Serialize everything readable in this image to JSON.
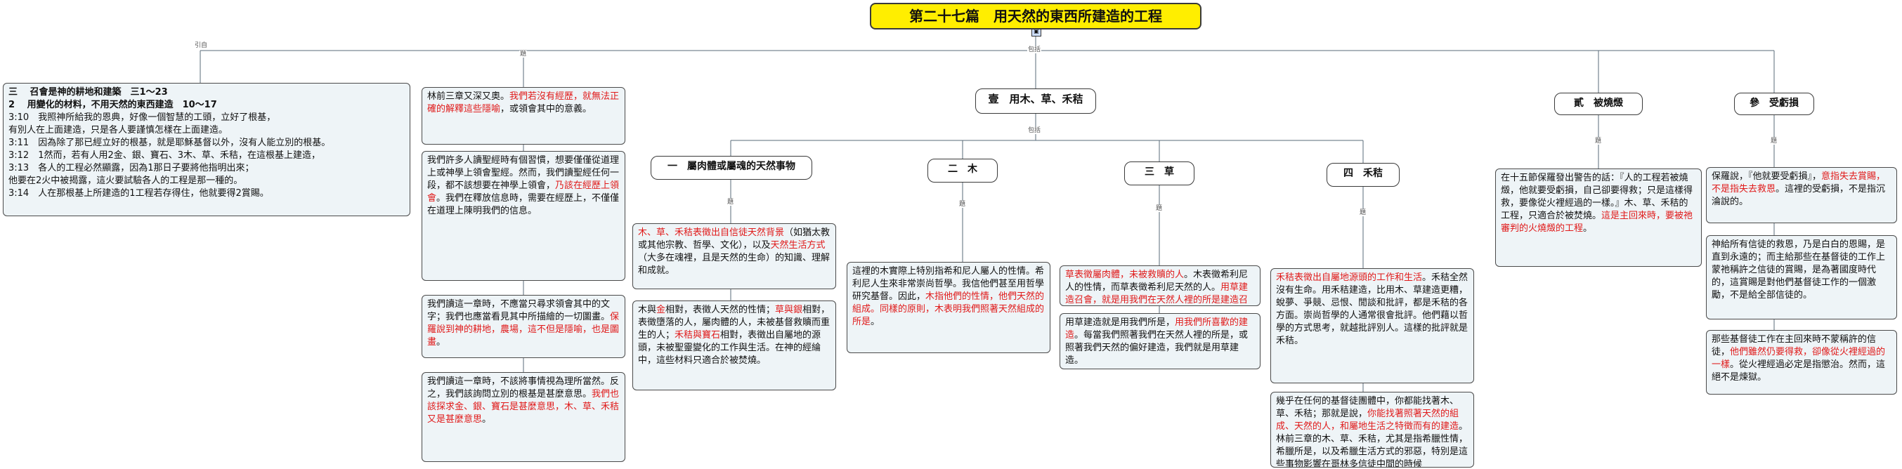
{
  "title": "第二十七篇　用天然的東西所建造的工程",
  "labels": {
    "yinzi": "引自",
    "ti": "題",
    "baokuo": "包括"
  },
  "ref": {
    "lines": [
      "三　 召會是神的耕地和建築　三1～23",
      "2　 用變化的材料，不用天然的東西建造　10～17",
      "3:10　我照神所給我的恩典，好像一個智慧的工頭，立好了根基，",
      "有別人在上面建造，只是各人要謹慎怎樣在上面建造。",
      "3:11　因為除了那已經立好的根基，就是耶穌基督以外，沒有人能立別的根基。",
      "3:12　1然而，若有人用2金、銀、寶石、3木、草、禾秸，在這根基上建造，",
      "3:13　各人的工程必然顯露，因為1那日子要將他指明出來；",
      "他要在2火中被揭露，這火要試驗各人的工程是那一種的。",
      "3:14　人在那根基上所建造的1工程若存得住，他就要得2賞賜。"
    ]
  },
  "intro": [
    {
      "a": "林前三章又深又奧。",
      "b": "我們若沒有經歷，就無法正確的解釋這些隱喻",
      "c": "，或領會其中的意義。"
    },
    {
      "a": "我們許多人讀聖經時有個習慣，想要僅僅從道理上或神學上領會聖經。然而，我們讀聖經任何一段，都不該想要在神學上領會，",
      "b": "乃該在經歷上領會",
      "c": "。我們在釋放信息時，需要在經歷上，不僅僅在道理上陳明我們的信息。"
    },
    {
      "a": "我們讀這一章時，不應當只尋求領會其中的文字；我們也應當看見其中所描繪的一切圖畫。",
      "b": "保羅說到神的耕地，農場，這不但是隱喻，也是圖畫",
      "c": "。"
    },
    {
      "a": "我們讀這一章時，不該將事情視為理所當然。反之，我們該詢問立別的根基是甚麼意思。",
      "b": "我們也該探求金、銀、寶石是甚麼意思，木、草、禾秸又是甚麼意思",
      "c": "。"
    }
  ],
  "main": {
    "heading": "壹　用木、草、禾秸"
  },
  "sub1": {
    "heading": "一　屬肉體或屬魂的天然事物",
    "p1": {
      "a": "",
      "b": "木、草、禾秸表徵出自信徒天然背景",
      "c": "（如猶太教或其他宗教、哲學、文化），以及",
      "d": "天然生活方式",
      "e": "（大多在魂裡，且是天然的生命）的知識、理解和成就。"
    },
    "p2": {
      "a": "木與",
      "b": "金",
      "c": "相對，表徵人天然的性情；",
      "d": "草與銀",
      "e": "相對，表徵墮落的人，屬肉體的人，未被基督救贖而重生的人；",
      "f": "禾秸與寶石",
      "g": "相對，表徵出自屬地的源頭，未被聖靈變化的工作與生活。在神的經綸中，這些材料只適合於被焚燒。"
    }
  },
  "sub2": {
    "heading": "二　木",
    "p1": {
      "a": "這裡的木實際上特別指希和尼人屬人的性情。希利尼人生來非常崇尚哲學。我信他們甚至用哲學研究基督。因此，",
      "b": "木指他們的性情，他們天然的組成。同樣的原則，木表明我們照著天然組成的所是",
      "c": "。"
    }
  },
  "sub3": {
    "heading": "三　草",
    "p1": {
      "a": "草表徵屬肉體，未被救贖的人",
      "b": "。木表徵希利尼人的性情，而草表徵希利尼天然的人。",
      "c": "用草建造召會，就是用我們在天然人裡的所是建造召會",
      "d": "。"
    },
    "p2": {
      "a": "用草建造就是用我們所是，",
      "b": "用我們所喜歡的建造",
      "c": "。每當我們照著我們在天然人裡的所是，或照著我們天然的偏好建造，我們就是用草建造。"
    }
  },
  "sub4": {
    "heading": "四　禾秸",
    "p1": {
      "a": "禾秸表徵出自屬地源頭的工作和生活",
      "b": "。禾秸全然沒有生命。用禾秸建造，比用木、草建造更糟，蛻夢、爭競、忌恨、閒談和批評，都是禾秸的各方面。崇尚哲學的人通常很會批評。他們藉以哲學的方式思考，就越批評別人。這樣的批評就是禾秸。"
    },
    "p2": {
      "a": "幾乎在任何的基督徒團體中，你都能找著木、草、禾秸；那就是說，",
      "b": "你能找著照著天然的組成、天然的人，和屬地生活之特徵而有的建造",
      "c": "。林前三章的木、草、禾秸，尤其是指希臘性情，希臘所是，以及希臘生活方式的邪惡，特別是這些事物影響在哥林多信徒中間的時候"
    }
  },
  "burn": {
    "heading": "貳　被燒燬",
    "p1": {
      "a": "在十五節保羅發出警告的話：『人的工程若被燒燬，他就要受虧損，自己卻要得救；只是這樣得救，要像從火裡經過的一樣。』木、草、禾秸的工程，只適合於被焚燒。",
      "b": "這是主回來時，要被祂審判的火燒燬的工程",
      "c": "。"
    }
  },
  "loss": {
    "heading": "參　受虧損",
    "p1": {
      "a": "保羅說，『他就要受虧損』，",
      "b": "意指失去賞賜，不是指失去救恩",
      "c": "。這裡的受虧損，不是指沉淪說的。"
    },
    "p2": {
      "a": "神給所有信徒的救恩，乃是白白的恩賜，是直到永遠的；而主給那些在基督徒的工作上蒙祂稱許之信徒的賞賜，是為著國度時代的，這賞賜是對他們基督徒工作的一個激勵，不是給全部信徒的。"
    },
    "p3": {
      "a": "那些基督徒工作在主回來時不蒙稱許的信徒，",
      "b": "他們雖然仍要得救，卻像從火裡經過的一樣",
      "c": "。從火裡經過必定是指懲治。然而，這絕不是煉獄。"
    }
  }
}
